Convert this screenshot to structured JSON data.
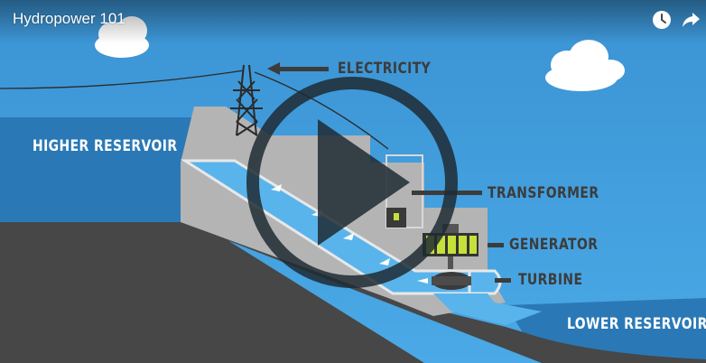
{
  "video": {
    "title": "Hydropower 101"
  },
  "controls": {
    "watch_later_icon": "clock-icon",
    "share_icon": "share-arrow-icon",
    "play_icon": "play-icon"
  },
  "diagram_labels": {
    "electricity": "ELECTRICITY",
    "higher_reservoir": "HIGHER RESERVOIR",
    "transformer": "TRANSFORMER",
    "generator": "GENERATOR",
    "turbine": "TURBINE",
    "lower_reservoir": "LOWER RESERVOIR"
  },
  "colors": {
    "sky": "#3a9bd9",
    "reservoir_water": "#2a7ab8",
    "ground": "#4a4a4a",
    "dam": "#b3b3b3",
    "penstock": "#5ab4ec",
    "generator": "#c6e03a",
    "label_text": "#3c3c3c"
  }
}
